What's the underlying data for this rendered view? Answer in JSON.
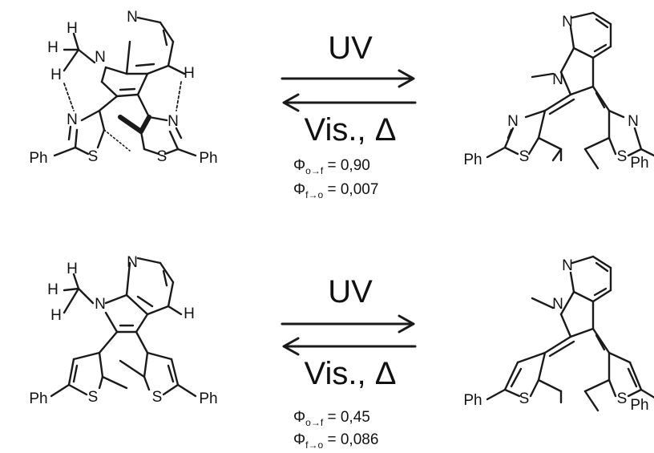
{
  "atoms": {
    "N": "N",
    "S": "S",
    "H": "H",
    "Ph": "Ph"
  },
  "top_reaction": {
    "forward": "UV",
    "reverse": "Vis., Δ",
    "qy_label": "Φ",
    "qy1_sub": "o→f",
    "qy1_value": "= 0,90",
    "qy2_sub": "f→o",
    "qy2_value": "= 0,007"
  },
  "bottom_reaction": {
    "forward": "UV",
    "reverse": "Vis., Δ",
    "qy_label": "Φ",
    "qy1_sub": "o→f",
    "qy1_value": "= 0,45",
    "qy2_sub": "f→o",
    "qy2_value": "= 0,086"
  }
}
